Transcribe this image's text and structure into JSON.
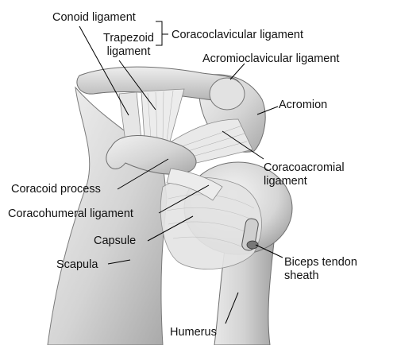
{
  "labels": {
    "conoid": "Conoid ligament",
    "trapezoid_line1": "Trapezoid",
    "trapezoid_line2": "ligament",
    "coracoclavicular": "Coracoclavicular ligament",
    "acromioclavicular": "Acromioclavicular ligament",
    "acromion": "Acromion",
    "coracoacromial_line1": "Coracoacromial",
    "coracoacromial_line2": "ligament",
    "coracoid_process": "Coracoid process",
    "coracohumeral": "Coracohumeral ligament",
    "capsule": "Capsule",
    "scapula": "Scapula",
    "biceps_line1": "Biceps tendon",
    "biceps_line2": "sheath",
    "humerus": "Humerus"
  },
  "colors": {
    "bone": "#d9d9d9",
    "bone_shadow": "#a9a9a9",
    "ligament": "#e6e6e6",
    "outline": "#6f6f6f",
    "leader": "#000000"
  }
}
